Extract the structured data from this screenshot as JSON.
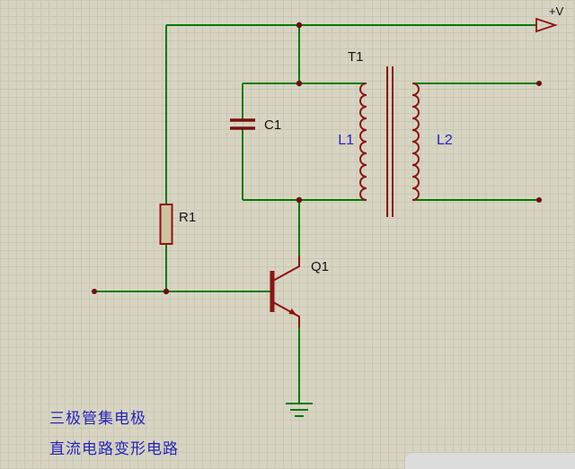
{
  "power": {
    "label": "+V"
  },
  "components": {
    "transformer": {
      "ref": "T1",
      "primary": "L1",
      "secondary": "L2"
    },
    "capacitor": {
      "ref": "C1"
    },
    "resistor": {
      "ref": "R1"
    },
    "transistor": {
      "ref": "Q1"
    }
  },
  "captions": {
    "line1": "三极管集电极",
    "line2": "直流电路变形电路"
  },
  "colors": {
    "background": "#d8d4c2",
    "grid": "#cbc7b5",
    "wire_green": "#007c00",
    "component_maroon": "#8b1414",
    "junction_dot": "#6e0e0e",
    "ref_label_black": "#141414",
    "inductor_label_blue": "#2121cc",
    "caption_blue": "#2324bd",
    "resistor_fill": "#cfc49f"
  }
}
